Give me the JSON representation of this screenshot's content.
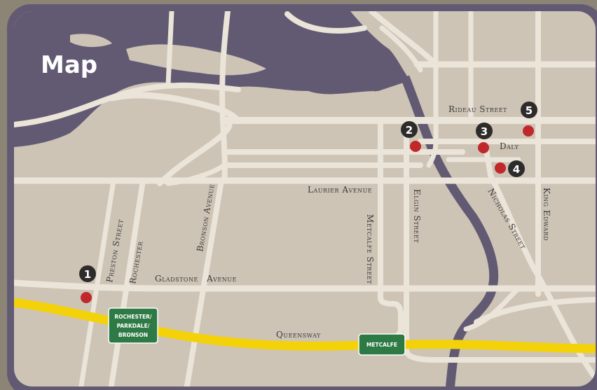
{
  "map": {
    "title": "Map",
    "streets": {
      "rideau": "Rideau Street",
      "daly": "Daly",
      "laurier": "Laurier Avenue",
      "gladstone": "Gladstone",
      "gladstone_suffix": "Avenue",
      "queensway": "Queensway",
      "preston": "Preston Street",
      "rochester": "Rochester",
      "bronson": "Bronson Avenue",
      "metcalfe": "Metcalfe Street",
      "elgin": "Elgin Street",
      "nicholas": "Nicholas Street",
      "king_edward": "King Edward"
    },
    "markers": [
      "1",
      "2",
      "3",
      "4",
      "5"
    ],
    "exits": {
      "rochester_line1": "ROCHESTER/",
      "rochester_line2": "PARKDALE/",
      "rochester_line3": "BRONSON",
      "metcalfe": "METCALFE"
    },
    "colors": {
      "frame": "#625a73",
      "land": "#cdc4b6",
      "water": "#625a73",
      "road": "#ebe4d9",
      "highway": "#f4d20a",
      "marker": "#c0282b",
      "number_badge": "#2e2c2b",
      "exit_sign": "#2e7a45"
    }
  }
}
